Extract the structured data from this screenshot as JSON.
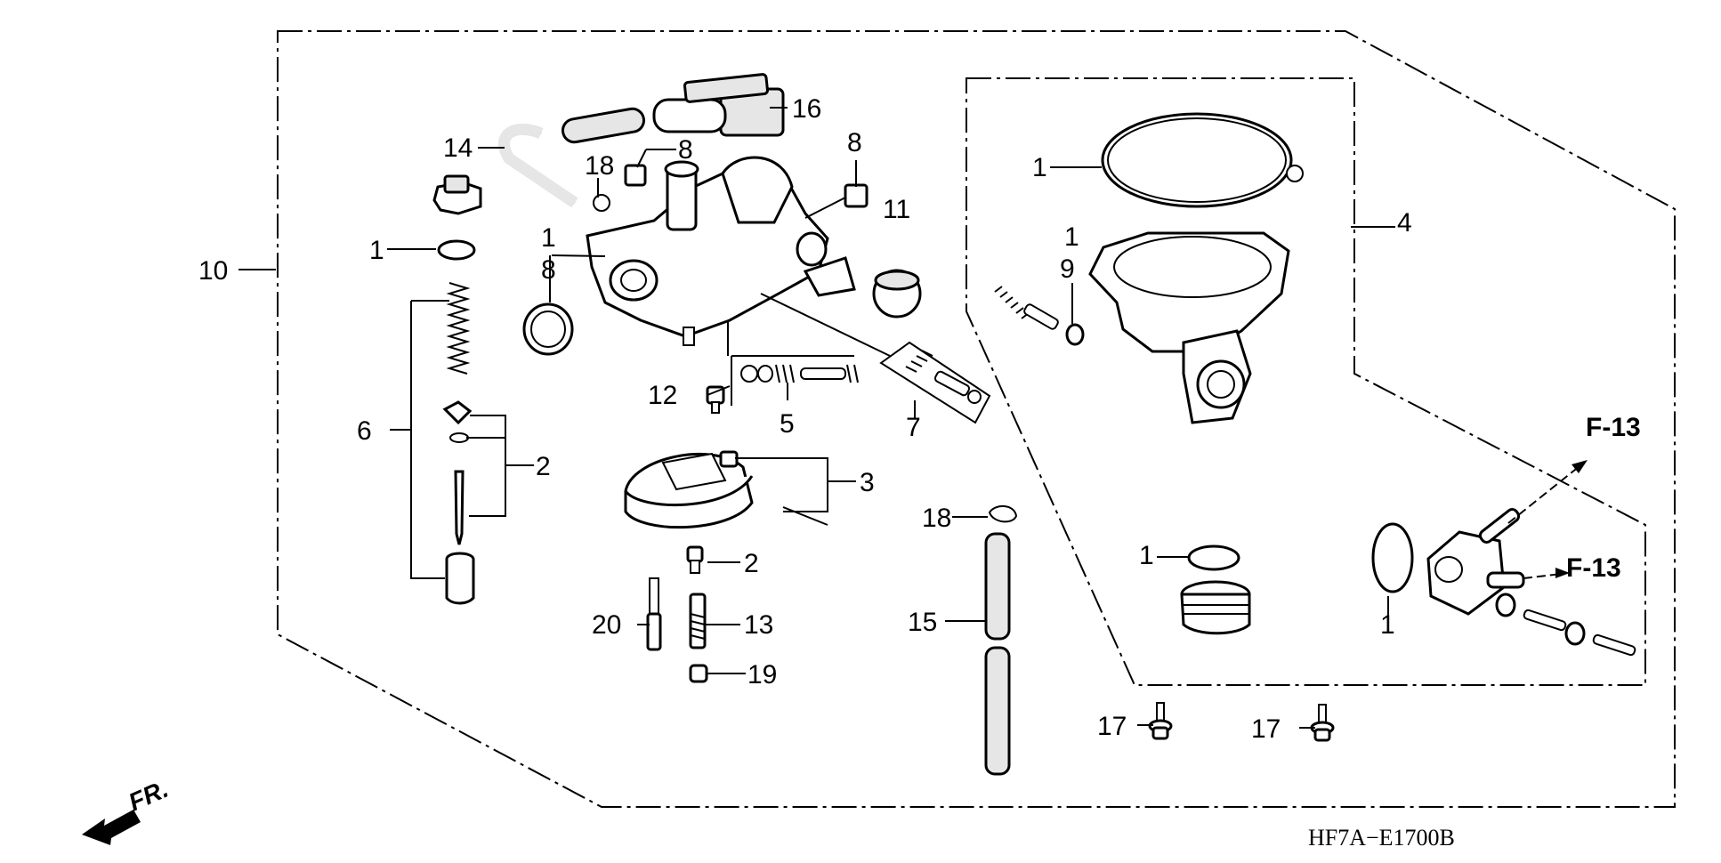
{
  "diagram": {
    "code": "HF7A−E1700B",
    "front_label": "FR.",
    "callouts": {
      "c1_float_cap": "1",
      "c1_main_body": "1",
      "c1_chamber_oring": "1",
      "c1_body_right": "1",
      "c1_drain_oring": "1",
      "c1_pump_oring": "1",
      "c2_needle_set": "2",
      "c2_jet": "2",
      "c3_float": "3",
      "c4_chamber_set": "4",
      "c5_screw_set": "5",
      "c6_piston_set": "6",
      "c7_pilot_set": "7",
      "c8_body_oring": "8",
      "c8_clip_left": "8",
      "c8_clip_right": "8",
      "c9_washer": "9",
      "c10_assembly": "10",
      "c11_cap": "11",
      "c12_valve": "12",
      "c13_needle_jet": "13",
      "c14_tube": "14",
      "c15_drain_tube": "15",
      "c16_boot": "16",
      "c17_screw_left": "17",
      "c17_screw_right": "17",
      "c18_clip_top": "18",
      "c18_clip_tube": "18",
      "c19_jet_holder": "19",
      "c20_slow_jet": "20"
    },
    "refs": {
      "f13_upper": "F-13",
      "f13_lower": "F-13"
    }
  }
}
